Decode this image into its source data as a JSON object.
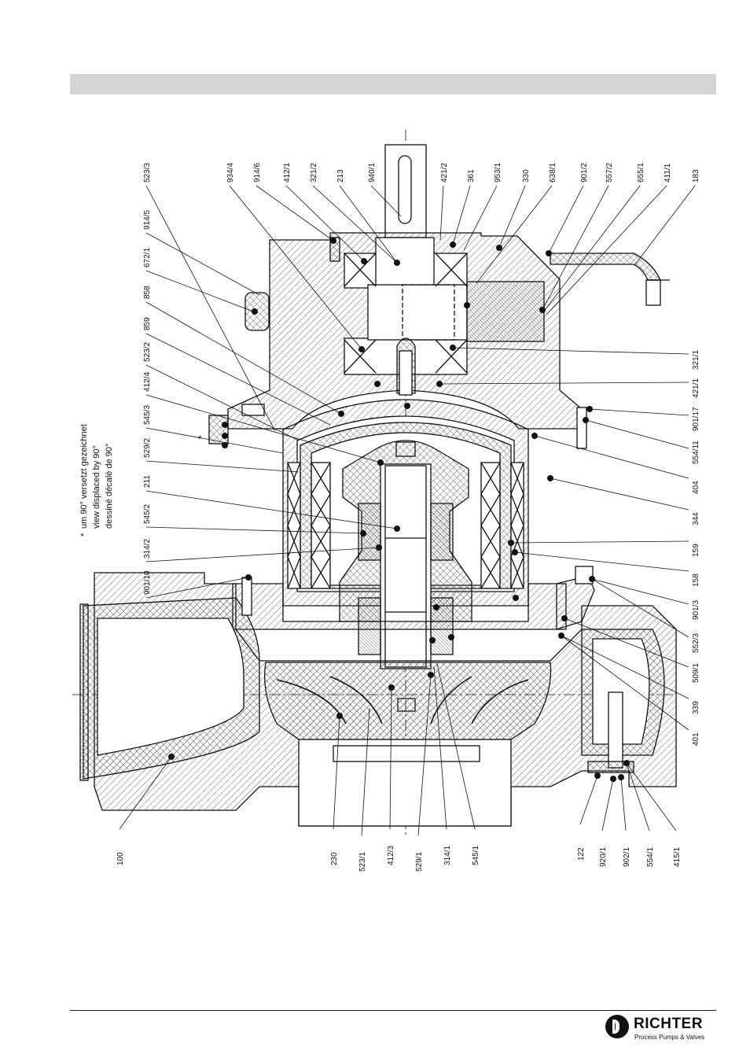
{
  "labels_top": [
    "523/3",
    "914/5",
    "672/1",
    "858",
    "859",
    "523/2",
    "412/4",
    "545/3",
    "529/2",
    "211",
    "545/2",
    "314/2",
    "901/10",
    "934/4",
    "914/6",
    "412/1",
    "321/2",
    "213",
    "940/1",
    "421/2",
    "361",
    "953/1",
    "330",
    "638/1",
    "901/2",
    "557/2",
    "655/1",
    "411/1",
    "183"
  ],
  "labels_right": [
    "321/1",
    "421/1",
    "901/17",
    "554/11",
    "404",
    "344",
    "159",
    "158",
    "901/3",
    "552/3",
    "509/1",
    "339",
    "401"
  ],
  "labels_bottom": [
    "100",
    "230",
    "523/1",
    "412/3",
    "529/1",
    "314/1",
    "545/1",
    "122",
    "920/1",
    "902/1",
    "554/1",
    "415/1"
  ],
  "note": {
    "marker": "*",
    "lines": [
      "um 90° versetzt gezeichnet",
      "view displaced by 90°",
      "dessiné décalé de 90°"
    ]
  },
  "logo": {
    "name": "RICHTER",
    "tagline": "Process Pumps & Valves"
  }
}
